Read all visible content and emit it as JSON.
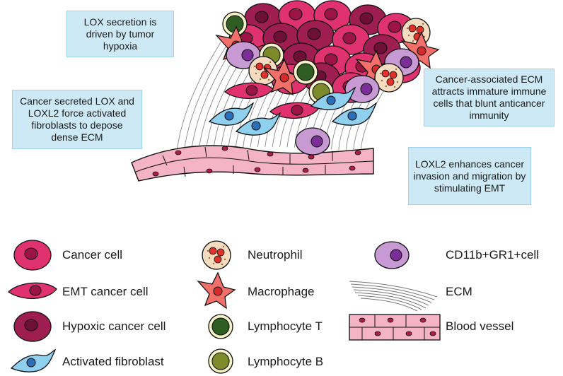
{
  "callouts": {
    "lox_hypoxia": "LOX secretion is driven by tumor hypoxia",
    "lox_fibroblasts": "Cancer secreted LOX and LOXL2 force activated fibroblasts to depose dense ECM",
    "ecm_immune": "Cancer-associated ECM attracts immature immune cells that blunt anticancer immunity",
    "loxl2_emt": "LOXL2 enhances cancer invasion and migration by stimulating EMT"
  },
  "legend": {
    "cancer_cell": "Cancer cell",
    "emt_cancer_cell": "EMT cancer cell",
    "hypoxic_cancer_cell": "Hypoxic cancer cell",
    "activated_fibroblast": "Activated fibroblast",
    "neutrophil": "Neutrophil",
    "macrophage": "Macrophage",
    "lymphocyte_t": "Lymphocyte T",
    "lymphocyte_b": "Lymphocyte B",
    "cd11b_cell": "CD11b+GR1+cell",
    "ecm": "ECM",
    "blood_vessel": "Blood vessel"
  },
  "colors": {
    "cancer_cell": "#e0326e",
    "cancer_nucleus": "#9c1446",
    "hypoxic_cell": "#9e1e52",
    "hypoxic_nucleus": "#6e0f36",
    "fibroblast": "#8fd0ee",
    "fibroblast_nucleus": "#2a6fb8",
    "macrophage": "#f26f6a",
    "macrophage_nucleus": "#d42a2a",
    "lymph_t": "#2f5e22",
    "lymph_b": "#7c8a2a",
    "cd11b": "#c79ad4",
    "cd11b_nucleus": "#7b2d98",
    "neutrophil": "#f5dcc0",
    "neutrophil_granule": "#e0322a",
    "vessel": "#f4b3c6",
    "vessel_nucleus": "#b01c4a",
    "callout_bg": "#cde9f5",
    "callout_border": "#9fd3ea"
  }
}
